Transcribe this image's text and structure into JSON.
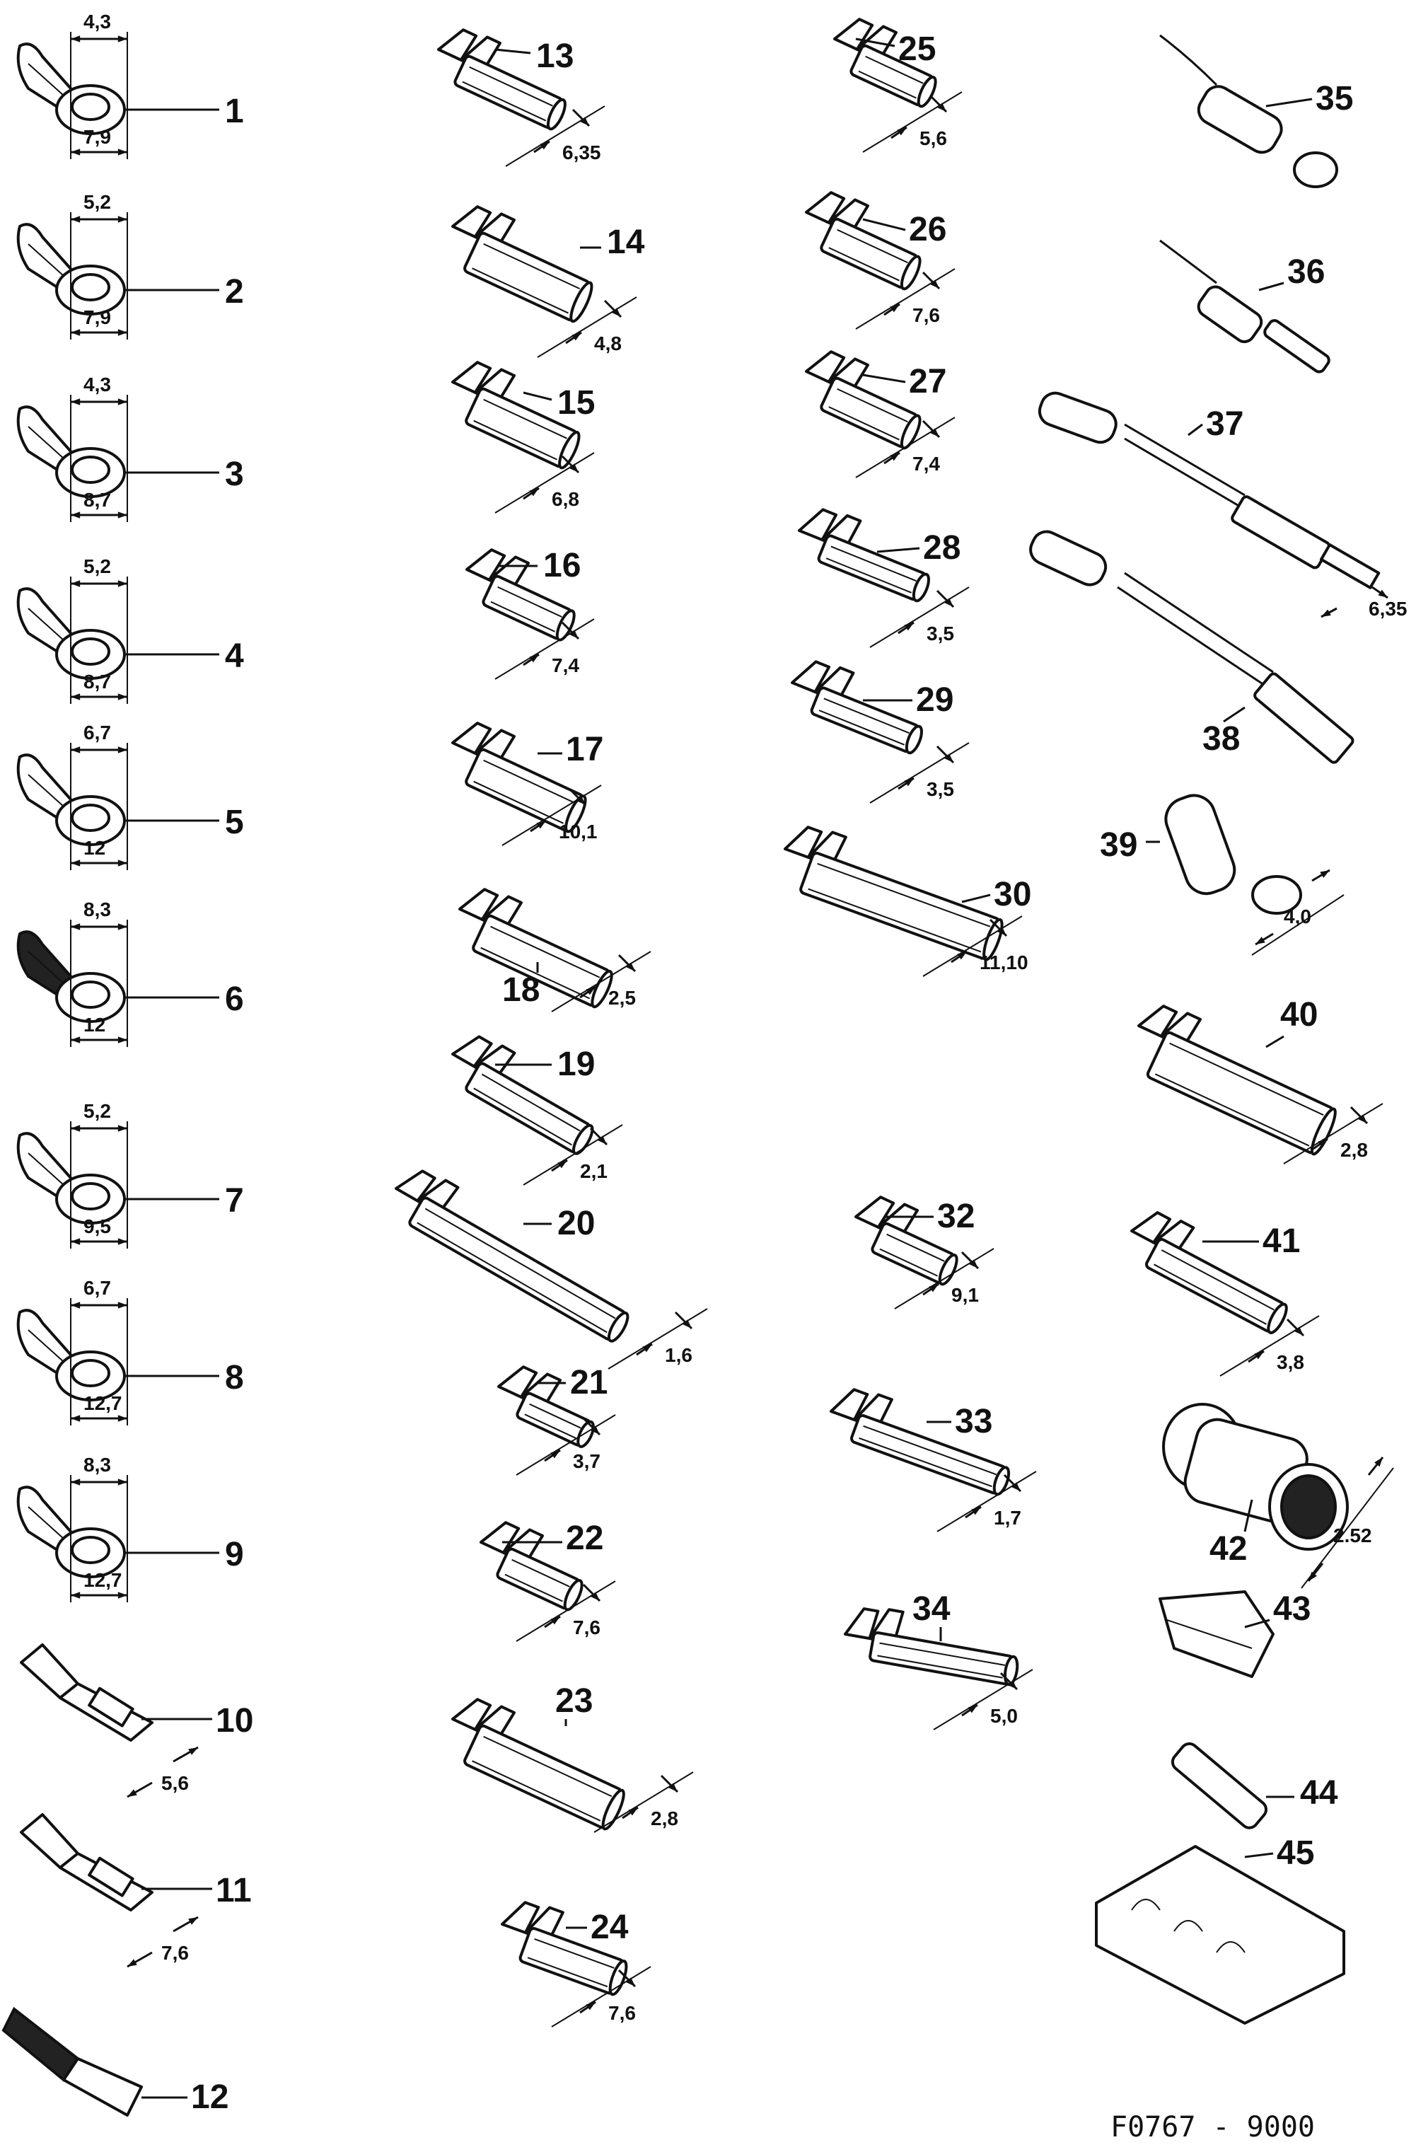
{
  "figure_code": "F0767 - 9000",
  "parts": [
    {
      "no": "1",
      "dims": [
        "4,3",
        "7,9"
      ]
    },
    {
      "no": "2",
      "dims": [
        "5,2",
        "7,9"
      ]
    },
    {
      "no": "3",
      "dims": [
        "4,3",
        "8,7"
      ]
    },
    {
      "no": "4",
      "dims": [
        "5,2",
        "8,7"
      ]
    },
    {
      "no": "5",
      "dims": [
        "6,7",
        "12"
      ]
    },
    {
      "no": "6",
      "dims": [
        "8,3",
        "12"
      ]
    },
    {
      "no": "7",
      "dims": [
        "5,2",
        "9,5"
      ]
    },
    {
      "no": "8",
      "dims": [
        "6,7",
        "12,7"
      ]
    },
    {
      "no": "9",
      "dims": [
        "8,3",
        "12,7"
      ]
    },
    {
      "no": "10",
      "dims": [
        "5,6"
      ]
    },
    {
      "no": "11",
      "dims": [
        "7,6"
      ]
    },
    {
      "no": "12",
      "dims": []
    },
    {
      "no": "13",
      "dims": [
        "6,35"
      ]
    },
    {
      "no": "14",
      "dims": [
        "4,8"
      ]
    },
    {
      "no": "15",
      "dims": [
        "6,8"
      ]
    },
    {
      "no": "16",
      "dims": [
        "7,4"
      ]
    },
    {
      "no": "17",
      "dims": [
        "10,1"
      ]
    },
    {
      "no": "18",
      "dims": [
        "2,5"
      ]
    },
    {
      "no": "19",
      "dims": [
        "2,1"
      ]
    },
    {
      "no": "20",
      "dims": [
        "1,6"
      ]
    },
    {
      "no": "21",
      "dims": [
        "3,7"
      ]
    },
    {
      "no": "22",
      "dims": [
        "7,6"
      ]
    },
    {
      "no": "23",
      "dims": [
        "2,8"
      ]
    },
    {
      "no": "24",
      "dims": [
        "7,6"
      ]
    },
    {
      "no": "25",
      "dims": [
        "5,6"
      ]
    },
    {
      "no": "26",
      "dims": [
        "7,6"
      ]
    },
    {
      "no": "27",
      "dims": [
        "7,4"
      ]
    },
    {
      "no": "28",
      "dims": [
        "3,5"
      ]
    },
    {
      "no": "29",
      "dims": [
        "3,5"
      ]
    },
    {
      "no": "30",
      "dims": [
        "11,10"
      ]
    },
    {
      "no": "32",
      "dims": [
        "9,1"
      ]
    },
    {
      "no": "33",
      "dims": [
        "1,7"
      ]
    },
    {
      "no": "34",
      "dims": [
        "5,0"
      ]
    },
    {
      "no": "35",
      "dims": []
    },
    {
      "no": "36",
      "dims": []
    },
    {
      "no": "37",
      "dims": [
        "6,35"
      ]
    },
    {
      "no": "38",
      "dims": []
    },
    {
      "no": "39",
      "dims": [
        "4,0"
      ]
    },
    {
      "no": "40",
      "dims": [
        "2,8"
      ]
    },
    {
      "no": "41",
      "dims": [
        "3,8"
      ]
    },
    {
      "no": "42",
      "dims": [
        "2.52"
      ]
    },
    {
      "no": "43",
      "dims": []
    },
    {
      "no": "44",
      "dims": []
    },
    {
      "no": "45",
      "dims": []
    }
  ]
}
